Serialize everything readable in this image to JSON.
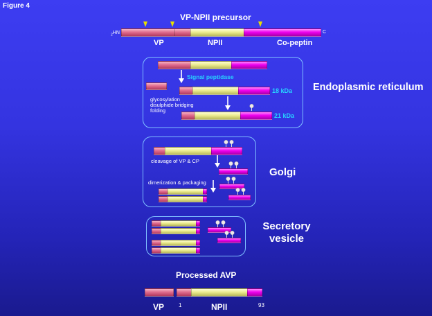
{
  "figure_label": "Figure 4",
  "precursor": {
    "title": "VP-NPII precursor",
    "n_term": "HN",
    "n_term_sub": "2",
    "c_term": "C",
    "labels": {
      "vp": "VP",
      "npii": "NPII",
      "copeptin": "Co-peptin"
    }
  },
  "er": {
    "stage": "Endoplasmic reticulum",
    "signal_peptidase": "Signal peptidase",
    "kda_18": "18 kDa",
    "kda_21": "21 kDa",
    "notes": [
      "glycosylation",
      "disulphide bridging",
      "folding"
    ]
  },
  "golgi": {
    "stage": "Golgi",
    "cleavage": "cleavage of VP & CP",
    "dimerization": "dimerization & packaging"
  },
  "vesicle": {
    "stage_line1": "Secretory",
    "stage_line2": "vesicle"
  },
  "processed": {
    "title": "Processed AVP",
    "vp": "VP",
    "npii": "NPII",
    "num_start": "1",
    "num_end": "93"
  },
  "colors": {
    "background": "#3434e0",
    "vp": "#e06c8e",
    "npii": "#ecec90",
    "copeptin": "#ee00ee",
    "box_border": "#7fc0ff",
    "kda_text": "#27d4ff",
    "cleavage_marker": "#e8e000"
  }
}
